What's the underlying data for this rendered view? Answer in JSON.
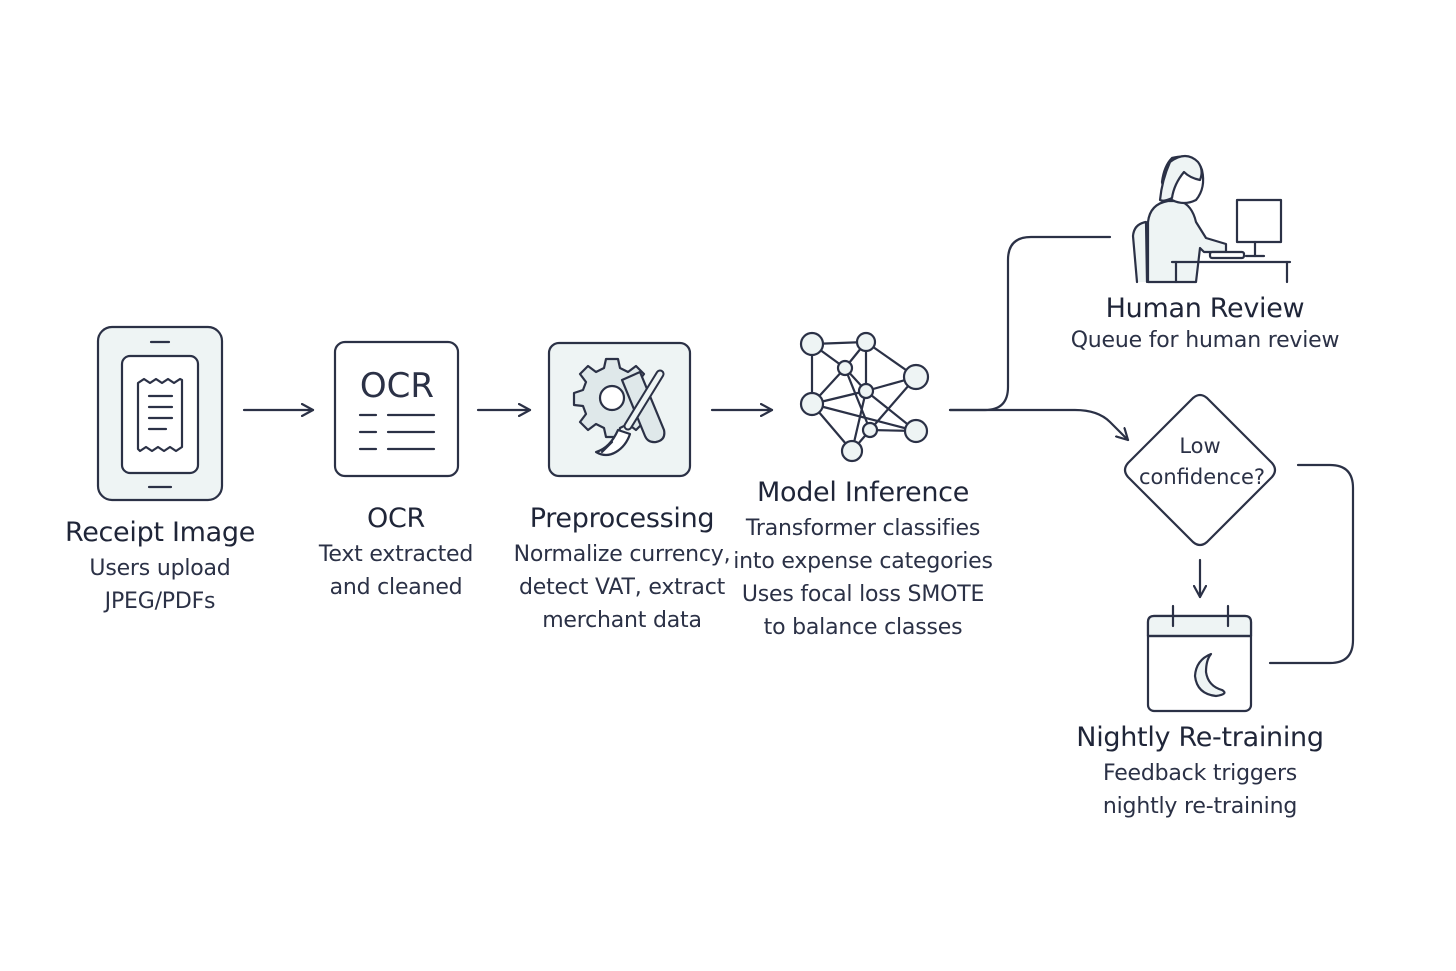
{
  "colors": {
    "stroke": "#2b3146",
    "icon_fill": "#eef4f4",
    "icon_fill_dark": "#dfe8ea",
    "background": "#ffffff"
  },
  "nodes": {
    "receipt": {
      "icon": "tablet-receipt-icon",
      "title": "Receipt Image",
      "description": [
        "Users upload",
        "JPEG/PDFs"
      ]
    },
    "ocr": {
      "icon": "ocr-document-icon",
      "icon_text": "OCR",
      "title": "OCR",
      "description": [
        "Text extracted",
        "and cleaned"
      ]
    },
    "preprocessing": {
      "icon": "gear-tools-icon",
      "title": "Preprocessing",
      "description": [
        "Normalize currency,",
        "detect VAT, extract",
        "merchant data"
      ]
    },
    "model": {
      "icon": "neural-network-icon",
      "title": "Model Inference",
      "description": [
        "Transformer classifies",
        "into expense categories",
        "Uses focal loss SMOTE",
        "to balance classes"
      ]
    },
    "decision": {
      "icon": "decision-diamond",
      "text": [
        "Low",
        "confidence?"
      ]
    },
    "human_review": {
      "icon": "person-at-computer-icon",
      "title": "Human Review",
      "description": [
        "Queue for human review"
      ]
    },
    "retraining": {
      "icon": "calendar-moon-icon",
      "title": "Nightly Re-training",
      "description": [
        "Feedback triggers",
        "nightly re-training"
      ]
    }
  }
}
